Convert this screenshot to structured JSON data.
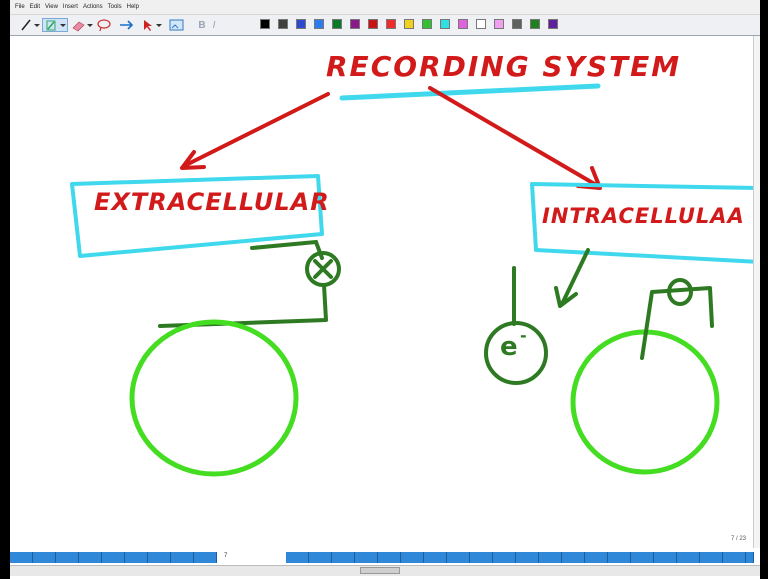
{
  "menu": [
    "File",
    "Edit",
    "View",
    "Insert",
    "Actions",
    "Tools",
    "Help"
  ],
  "toolbar": {
    "tools": [
      "pen-tool",
      "highlighter-tool",
      "eraser-tool",
      "lasso-tool",
      "insert-space-tool",
      "pointer-tool",
      "insert-picture-tool"
    ],
    "text_bold": "B",
    "text_italic": "I",
    "colors": [
      "#000000",
      "#404040",
      "#2b4ad0",
      "#2b7cf0",
      "#0a7a2a",
      "#8a1a8a",
      "#c81414",
      "#f02a2a",
      "#f0d020",
      "#30c030",
      "#30e0e0",
      "#e060e0",
      "#ffffff",
      "#f0a0f0",
      "#606060",
      "#208020",
      "#6020a0"
    ]
  },
  "slide": {
    "title": "RECORDING SYSTEM",
    "left_box": "EXTRACELLULAR",
    "right_box": "INTRACELLULAA",
    "electrode": "e",
    "electrode_sup": "-"
  },
  "page_indicator": "7 / 23",
  "page_strip": {
    "current": "7"
  },
  "colors": {
    "red_ink": "#d21a1a",
    "cyan_ink": "#3fd8ec",
    "green_ink": "#2e7a22",
    "lime_ink": "#44dd22",
    "blue_strip": "#2f88d8"
  }
}
